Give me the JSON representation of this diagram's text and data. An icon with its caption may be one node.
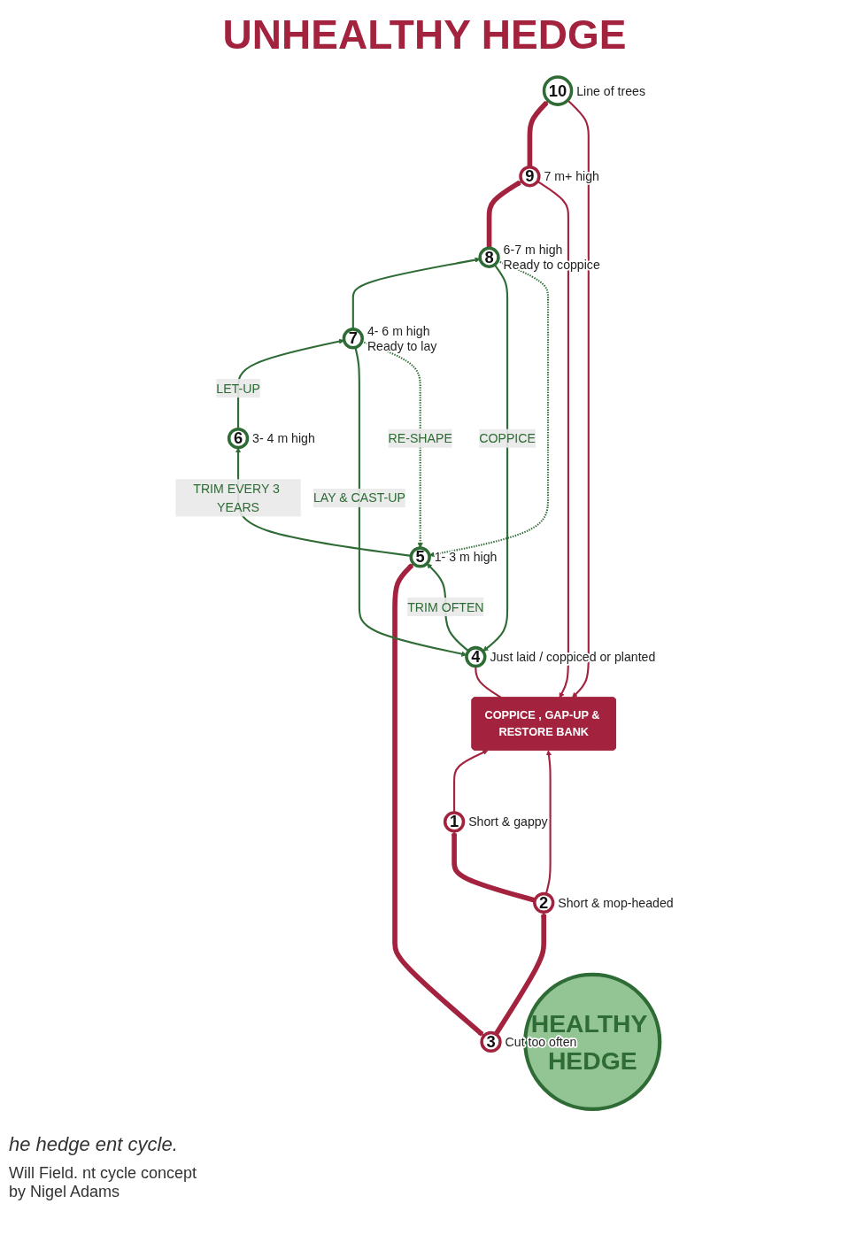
{
  "diagram": {
    "title": "UNHEALTHY HEDGE",
    "caption": "he hedge ent cycle.",
    "nodes": [
      {
        "text": [
          "1"
        ],
        "beside": [
          "Short & gappy"
        ]
      },
      {
        "text": [
          "10"
        ],
        "beside": [
          "Line of trees"
        ]
      },
      {
        "text": [
          "2"
        ],
        "beside": [
          "Short & mop-headed"
        ]
      },
      {
        "text": [
          "9"
        ],
        "beside": [
          "7 m+ high"
        ]
      },
      {
        "text": [
          "3"
        ],
        "beside": [
          "Cut too often"
        ]
      },
      {
        "text": [
          "COPPICE , GAP-UP & RESTORE BANK"
        ]
      },
      {
        "text": [
          "4"
        ],
        "beside": [
          "Just laid / coppiced or planted"
        ]
      },
      {
        "text": [
          "8"
        ],
        "beside": [
          "6-7 m high",
          "Ready to coppice"
        ]
      },
      {
        "text": [
          "HEALTHY HEDGE"
        ]
      },
      {
        "text": [
          "5"
        ],
        "beside": [
          "1- 3 m high"
        ]
      },
      {
        "text": [
          "7"
        ],
        "beside": [
          "4- 6 m high",
          "Ready to lay"
        ]
      },
      {
        "text": [
          "6"
        ],
        "beside": [
          "3- 4 m high"
        ]
      }
    ],
    "edges": [
      {
        "from": 2,
        "to": 0,
        "arrow": "to",
        "style": "thick"
      },
      {
        "from": 4,
        "to": 2,
        "arrow": "to",
        "style": "thick"
      },
      {
        "from": 4,
        "to": 9,
        "arrow": "both",
        "style": "thick"
      },
      {
        "from": 0,
        "to": 5,
        "arrow": "to"
      },
      {
        "from": 2,
        "to": 5,
        "arrow": "to"
      },
      {
        "from": 1,
        "to": 5,
        "arrow": "to"
      },
      {
        "from": 3,
        "to": 5,
        "arrow": "to"
      },
      {
        "from": 5,
        "to": 6,
        "arrow": "none"
      },
      {
        "from": 3,
        "to": 1,
        "arrow": "to",
        "style": "thick"
      },
      {
        "from": 7,
        "to": 3,
        "arrow": "to",
        "style": "thick"
      },
      {
        "from": 7,
        "to": 6,
        "arrow": "to",
        "color": "#2e6b35",
        "label": "COPPICE"
      },
      {
        "from": 6,
        "to": 9,
        "arrow": "to",
        "color": "#2e6b35",
        "label": "TRIM OFTEN"
      },
      {
        "from": 9,
        "to": 11,
        "arrow": "to",
        "color": "#2e6b35",
        "label": "TRIM EVERY 3 YEARS"
      },
      {
        "from": 11,
        "to": 10,
        "arrow": "to",
        "color": "#2e6b35",
        "label": "LET-UP"
      },
      {
        "from": 10,
        "to": 6,
        "arrow": "to",
        "color": "#2e6b35",
        "label": "LAY & CAST-UP"
      },
      {
        "from": 10,
        "to": 7,
        "arrow": "to",
        "color": "#2e6b35"
      },
      {
        "from": 10,
        "to": 9,
        "arrow": "to",
        "style": "dashed",
        "color": "#2e6b35",
        "label": "RE-SHAPE"
      },
      {
        "from": 7,
        "to": 9,
        "arrow": "to",
        "style": "dashed",
        "color": "#2e6b35"
      }
    ],
    "labels": [
      "Will Field. nt cycle concept by Nigel Adams"
    ]
  }
}
